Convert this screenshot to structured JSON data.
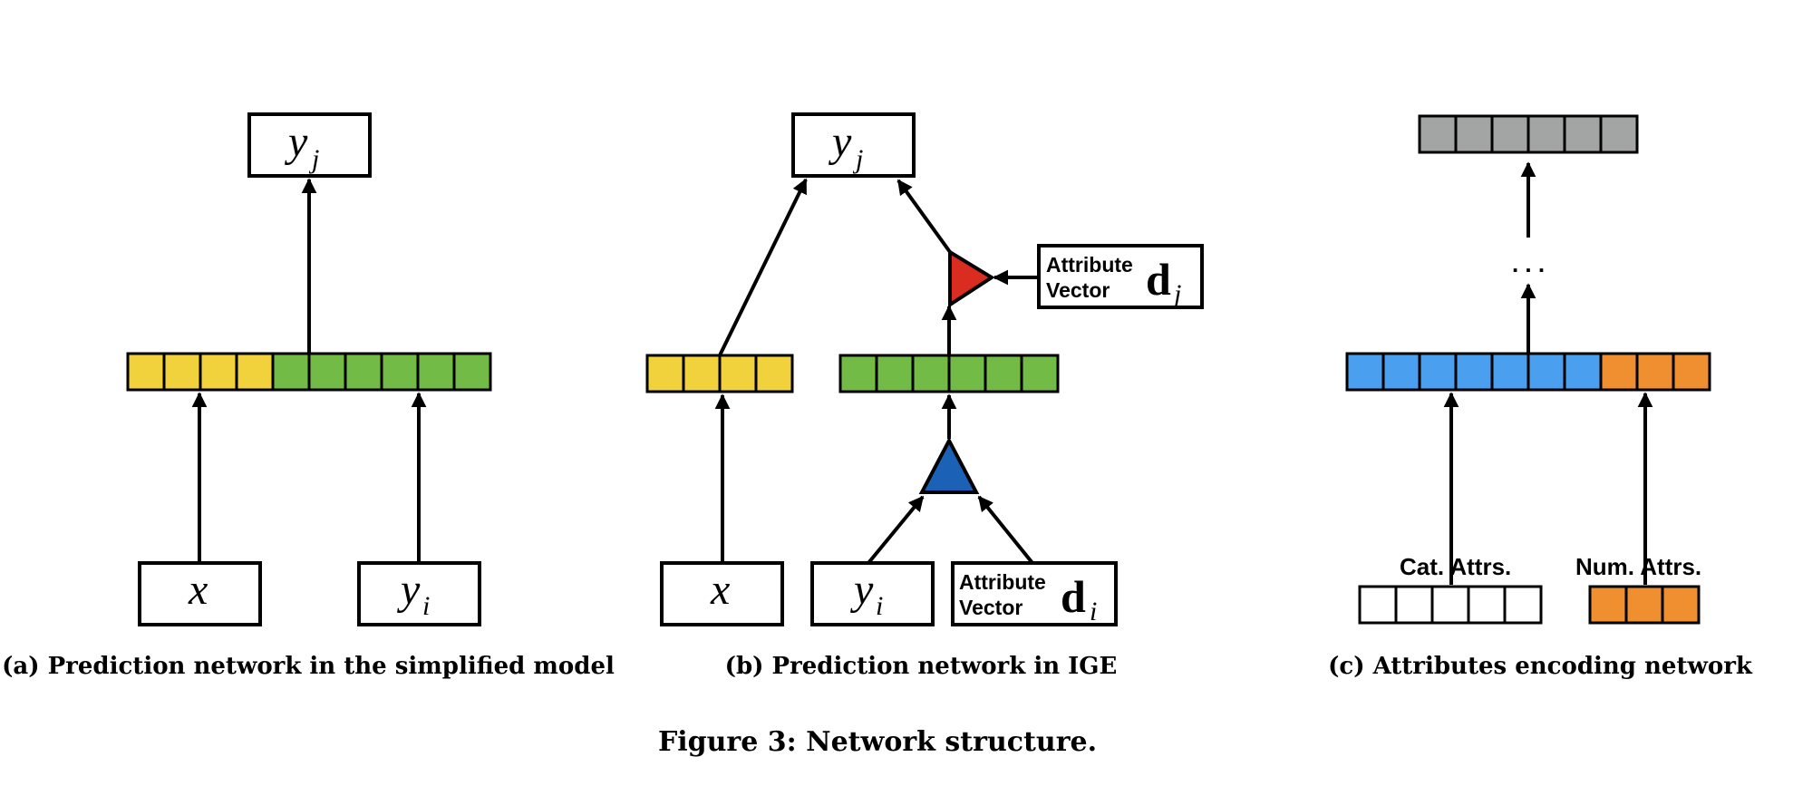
{
  "colors": {
    "yellow": "#f2d23c",
    "green": "#72bb46",
    "blue_cell": "#4aa0ef",
    "orange": "#ef8f2f",
    "gray": "#a3a4a4",
    "red_triangle": "#db2c21",
    "blue_triangle": "#1b61b5",
    "white_cell": "#ffffff"
  },
  "panel_a": {
    "output_label": "y",
    "output_sub": "j",
    "input_x_label": "x",
    "input_y_label": "y",
    "input_y_sub": "i",
    "caption": "(a) Prediction network in the simplified model"
  },
  "panel_b": {
    "output_label": "y",
    "output_sub": "j",
    "input_x_label": "x",
    "input_y_label": "y",
    "input_y_sub": "i",
    "attr_top_line1": "Attribute",
    "attr_top_line2": "Vector",
    "attr_top_symbol": "d",
    "attr_top_sub": "j",
    "attr_bottom_line1": "Attribute",
    "attr_bottom_line2": "Vector",
    "attr_bottom_symbol": "d",
    "attr_bottom_sub": "i",
    "caption": "(b) Prediction network in IGE"
  },
  "panel_c": {
    "ellipsis": ". . .",
    "cat_label": "Cat. Attrs.",
    "num_label": "Num. Attrs.",
    "caption": "(c) Attributes encoding network"
  },
  "figure_caption": "Figure 3: Network structure."
}
